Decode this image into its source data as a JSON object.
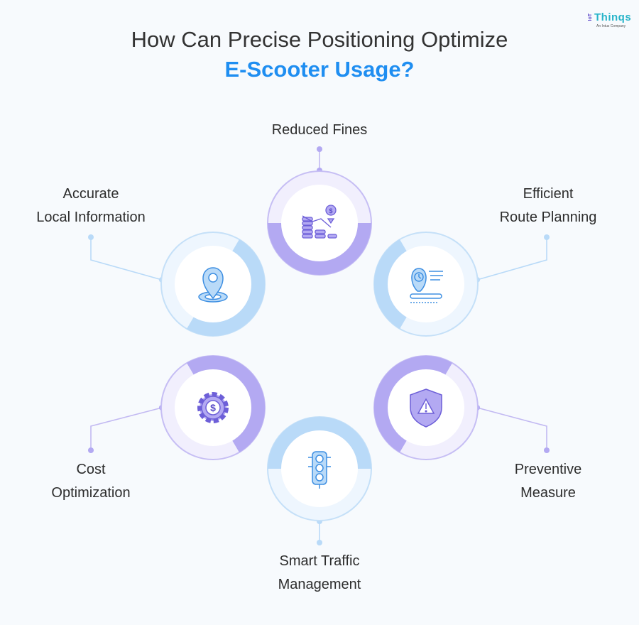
{
  "header": {
    "title_line1": "How Can Precise Positioning Optimize",
    "title_line2": "E-Scooter Usage?"
  },
  "logo": {
    "prefix": "IoT",
    "word": "Thinqs",
    "tagline": "An Intuz Company"
  },
  "colors": {
    "purple": "#b3a9f2",
    "blue": "#b9daf8",
    "title_accent": "#1f8ef1",
    "background": "#f7fafd"
  },
  "nodes": [
    {
      "id": "reduced-fines",
      "lines": [
        "Reduced Fines"
      ],
      "icon": "coins-dollar-icon",
      "accent": "purple"
    },
    {
      "id": "efficient-route-planning",
      "lines": [
        "Efficient",
        "Route Planning"
      ],
      "icon": "route-clock-icon",
      "accent": "blue"
    },
    {
      "id": "preventive-measure",
      "lines": [
        "Preventive",
        "Measure"
      ],
      "icon": "shield-warning-icon",
      "accent": "purple"
    },
    {
      "id": "smart-traffic-management",
      "lines": [
        "Smart Traffic",
        "Management"
      ],
      "icon": "traffic-light-icon",
      "accent": "blue"
    },
    {
      "id": "cost-optimization",
      "lines": [
        "Cost",
        "Optimization"
      ],
      "icon": "gear-dollar-icon",
      "accent": "purple"
    },
    {
      "id": "accurate-local-information",
      "lines": [
        "Accurate",
        "Local Information"
      ],
      "icon": "location-pin-icon",
      "accent": "blue"
    }
  ]
}
